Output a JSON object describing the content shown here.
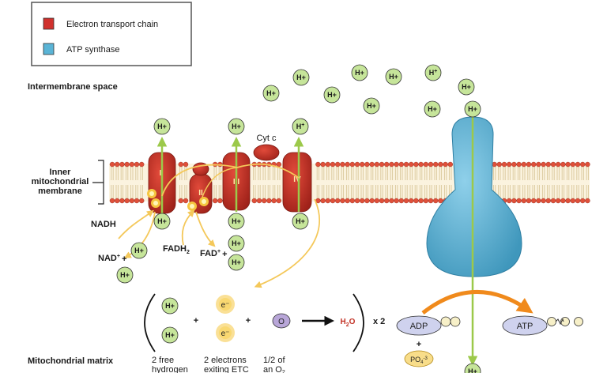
{
  "legend": {
    "items": [
      {
        "label": "Electron transport chain",
        "color": "#d0312d"
      },
      {
        "label": "ATP synthase",
        "color": "#5ab4d6"
      }
    ]
  },
  "regions": {
    "intermembrane": "Intermembrane space",
    "inner_line1": "Inner",
    "inner_line2": "mitochondrial",
    "inner_line3": "membrane",
    "matrix": "Mitochondrial matrix"
  },
  "complexes": {
    "c1": "I",
    "c2": "II",
    "c3": "III",
    "c4": "IV",
    "cytc": "Cyt c"
  },
  "proton": "H+",
  "proton_sup": "+",
  "proton_base": "H",
  "molecules": {
    "nadh": "NADH",
    "nad_base": "NAD",
    "nad_sup": "+",
    "nad_plus": "+",
    "fadh_base": "FADH",
    "fadh_sub": "2",
    "fad_base": "FAD",
    "fad_sup": "+",
    "fad_plus": "+"
  },
  "equation": {
    "electron": "e⁻",
    "plus": "+",
    "oxygen": "O",
    "water_h": "H",
    "water_sub": "2",
    "water_o": "O",
    "times": "x 2",
    "cap1_l1": "2 free",
    "cap1_l2": "hydrogen",
    "cap2_l1": "2 electrons",
    "cap2_l2": "exiting ETC",
    "cap3_l1": "1/2 of",
    "cap3_l2": "an O",
    "cap3_sub": "2"
  },
  "synthesis": {
    "adp": "ADP",
    "atp": "ATP",
    "plus": "+",
    "po4_base": "PO",
    "po4_sub": "4",
    "po4_sup": "-3"
  },
  "colors": {
    "etc": "#c23226",
    "atp_synthase": "#5ab4d6",
    "proton_fill": "#c6e59a",
    "arrow_green": "#9cc94a",
    "arrow_orange": "#f08a1c",
    "arrow_yellow": "#f4c85a",
    "lipid_head": "#e0503a",
    "lipid_tail": "#d9c79a"
  }
}
